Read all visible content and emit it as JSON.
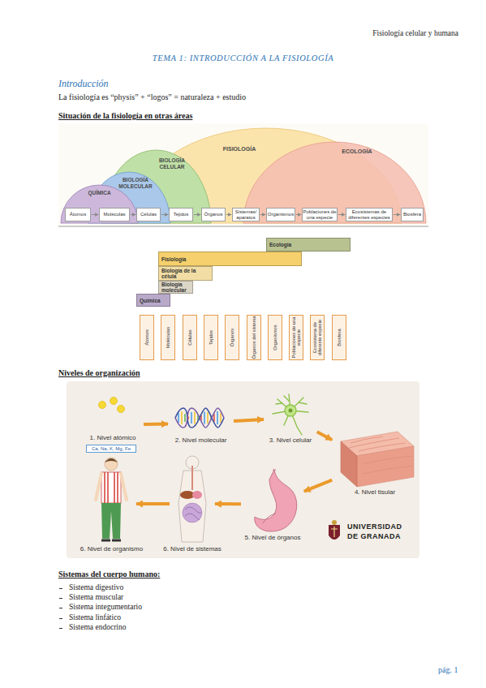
{
  "diagram": {
    "title": "TEMA 1: INTRODUCCIÓN A LA FISIOLOGÍA",
    "nodes": [
      {
        "text": [
          "QUÍMICA"
        ]
      },
      {
        "text": [
          "BIOLOGÍA MOLECULAR"
        ]
      },
      {
        "text": [
          "BIOLOGÍA CELULAR"
        ]
      },
      {
        "text": [
          "FISIOLOGÍA"
        ]
      },
      {
        "text": [
          "ECOLOGÍA"
        ]
      },
      {
        "text": [
          "Átomos"
        ]
      },
      {
        "text": [
          "Moléculas"
        ]
      },
      {
        "text": [
          "Células"
        ]
      },
      {
        "text": [
          "Tejidos"
        ]
      },
      {
        "text": [
          "Órganos"
        ]
      },
      {
        "text": [
          "Sistemas/ aparatos"
        ]
      },
      {
        "text": [
          "Organismos"
        ]
      },
      {
        "text": [
          "Poblaciones de una especie"
        ]
      },
      {
        "text": [
          "Ecosistemas de diferentes especies"
        ]
      },
      {
        "text": [
          "Biosfera"
        ]
      },
      {
        "text": [
          "Ecología"
        ]
      },
      {
        "text": [
          "Fisiología"
        ]
      },
      {
        "text": [
          "Biología de la célula"
        ]
      },
      {
        "text": [
          "Biología molecular"
        ]
      },
      {
        "text": [
          "Química"
        ]
      },
      {
        "text": [
          "Átomos"
        ]
      },
      {
        "text": [
          "Moléculas"
        ]
      },
      {
        "text": [
          "Células"
        ]
      },
      {
        "text": [
          "Tejidos"
        ]
      },
      {
        "text": [
          "Órganos"
        ]
      },
      {
        "text": [
          "Órganos del sistema"
        ]
      },
      {
        "text": [
          "Organismos"
        ]
      },
      {
        "text": [
          "Poblaciones de una especie"
        ]
      },
      {
        "text": [
          "Ecosistema de diferente especie"
        ]
      },
      {
        "text": [
          "Biosfera"
        ]
      },
      {
        "text": [
          "1. Nivel atómico"
        ]
      },
      {
        "text": [
          "Ca, Na, K, Mg, Fe"
        ],
        "in": 30
      },
      {
        "text": [
          "2. Nivel molecular"
        ]
      },
      {
        "text": [
          "3. Nivel celular"
        ]
      },
      {
        "text": [
          "4. Nivel tisular"
        ]
      },
      {
        "text": [
          "5. Nivel de órganos"
        ]
      },
      {
        "text": [
          "6. Nivel de sistemas"
        ]
      },
      {
        "text": [
          "6. Nivel de organismo"
        ]
      }
    ],
    "edges": [
      {
        "from": 5,
        "to": 6,
        "arrow": "to"
      },
      {
        "from": 6,
        "to": 7,
        "arrow": "to"
      },
      {
        "from": 7,
        "to": 8,
        "arrow": "to"
      },
      {
        "from": 8,
        "to": 9,
        "arrow": "to"
      },
      {
        "from": 9,
        "to": 10,
        "arrow": "to"
      },
      {
        "from": 10,
        "to": 11,
        "arrow": "to"
      },
      {
        "from": 11,
        "to": 12,
        "arrow": "to"
      },
      {
        "from": 12,
        "to": 13,
        "arrow": "to"
      },
      {
        "from": 13,
        "to": 14,
        "arrow": "to"
      },
      {
        "from": 30,
        "to": 32,
        "arrow": "to"
      },
      {
        "from": 32,
        "to": 33,
        "arrow": "to"
      },
      {
        "from": 33,
        "to": 34,
        "arrow": "to"
      },
      {
        "from": 34,
        "to": 35,
        "arrow": "to"
      },
      {
        "from": 35,
        "to": 36,
        "arrow": "to"
      },
      {
        "from": 36,
        "to": 37,
        "arrow": "to"
      }
    ],
    "labels": [
      "Fisiología celular y humana",
      "Introducción",
      "La fisiología es “physis” + “logos” = naturaleza + estudio",
      "Situación de la fisiología en otras áreas",
      "Niveles de organización",
      "UNIVERSIDAD",
      "DE GRANADA",
      "Sistemas del cuerpo humano:",
      "Sistema digestivo",
      "Sistema muscular",
      "Sistema integumentario",
      "Sistema linfático",
      "Sistema endocrino",
      "pág. 1"
    ]
  }
}
